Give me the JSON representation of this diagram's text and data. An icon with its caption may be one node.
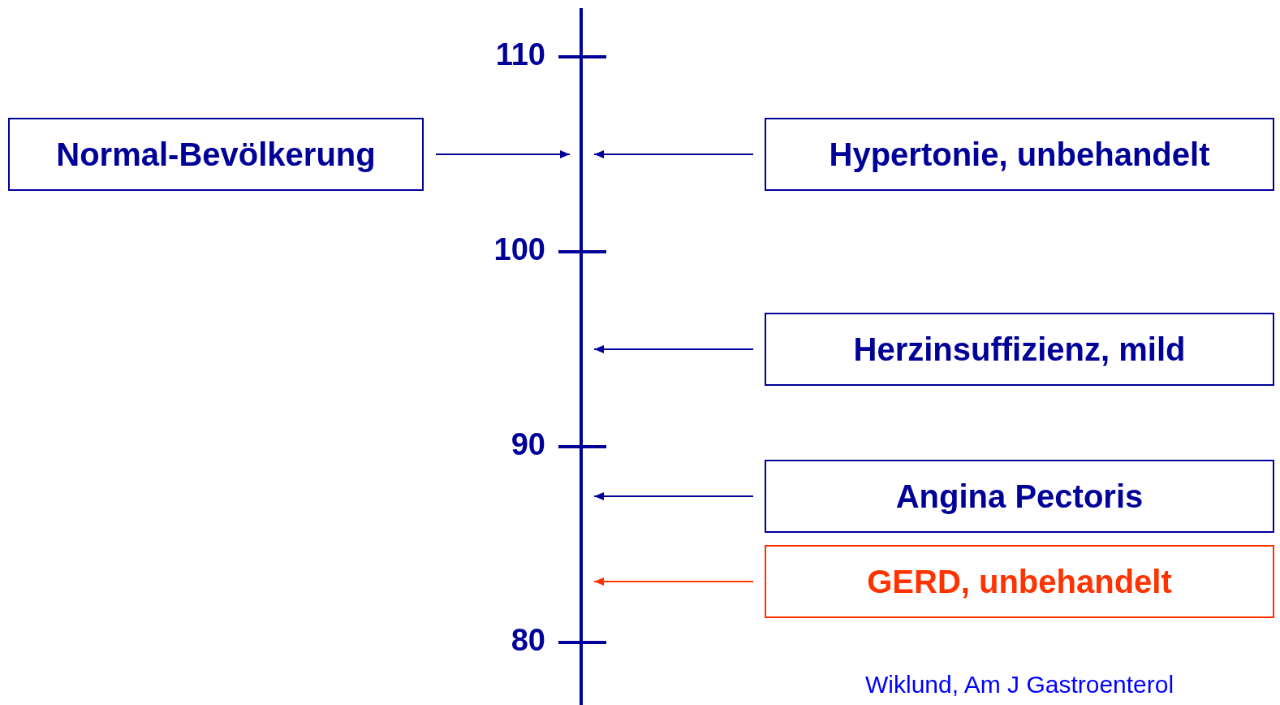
{
  "diagram": {
    "nodes": [
      {
        "text": [
          "Normal-Bevölkerung"
        ]
      },
      {
        "text": [
          "Hypertonie, unbehandelt"
        ]
      },
      {
        "text": [
          "Herzinsuffizienz, mild"
        ]
      },
      {
        "text": [
          "Angina Pectoris"
        ]
      },
      {
        "text": [
          "GERD, unbehandelt"
        ]
      }
    ],
    "edges": [
      {
        "from": 0,
        "to": null,
        "arrow": "to"
      },
      {
        "from": 1,
        "to": null,
        "arrow": "to"
      },
      {
        "from": 2,
        "to": null,
        "arrow": "to"
      },
      {
        "from": 3,
        "to": null,
        "arrow": "to"
      },
      {
        "from": 4,
        "to": null,
        "arrow": "to",
        "color": "#ff3300"
      }
    ],
    "labels": [
      "110",
      "100",
      "90",
      "80",
      "Wiklund, Am J Gastroenterol"
    ]
  }
}
